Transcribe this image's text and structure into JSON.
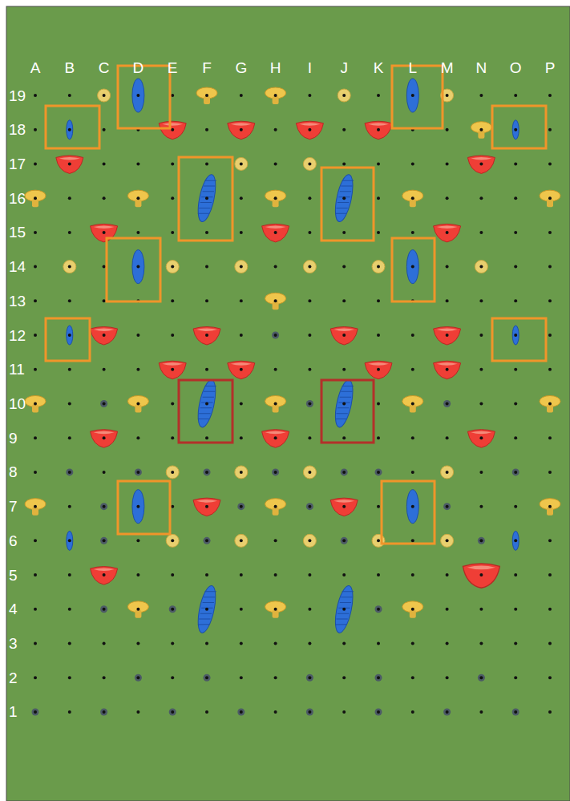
{
  "diagram": {
    "labels": [
      "A",
      "B",
      "C",
      "D",
      "E",
      "F",
      "G",
      "H",
      "I",
      "J",
      "K",
      "L",
      "M",
      "N",
      "O",
      "P",
      "19",
      "18",
      "17",
      "16",
      "15",
      "14",
      "13",
      "12",
      "11",
      "10",
      "9",
      "8",
      "7",
      "6",
      "5",
      "4",
      "3",
      "2",
      "1"
    ]
  }
}
